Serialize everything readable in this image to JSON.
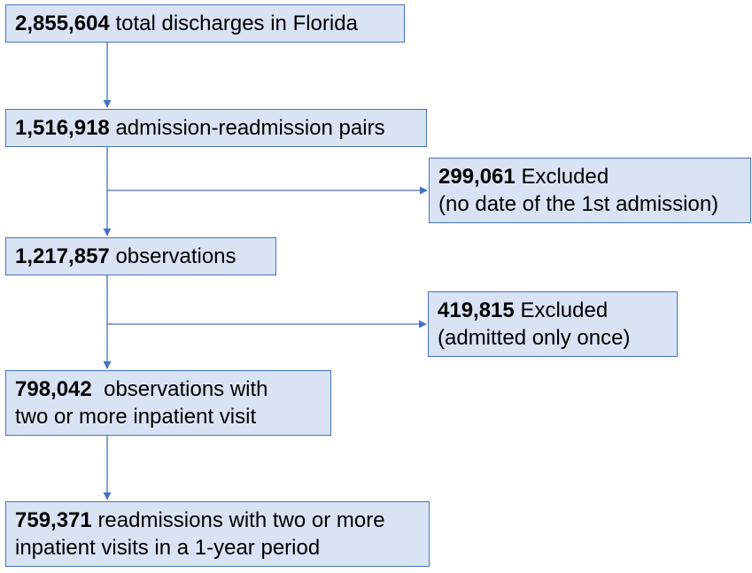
{
  "colors": {
    "box_fill": "#dae3f3",
    "box_border": "#4472c4",
    "connector": "#4472c4"
  },
  "boxes": {
    "total": {
      "count": "2,855,604",
      "text": "total discharges in Florida"
    },
    "pairs": {
      "count": "1,516,918",
      "text": "admission-readmission pairs"
    },
    "excl1": {
      "count": "299,061",
      "text": "Excluded",
      "line2": "(no date of the 1st admission)"
    },
    "obs": {
      "count": "1,217,857",
      "text": "observations"
    },
    "excl2": {
      "count": "419,815",
      "text": "Excluded",
      "line2": "(admitted only once)"
    },
    "multi": {
      "count": "798,042",
      "text": " observations with",
      "line2": "two or more inpatient visit"
    },
    "readm": {
      "count": "759,371",
      "text": "readmissions with two or more",
      "line2": "inpatient visits in a 1-year period"
    }
  }
}
